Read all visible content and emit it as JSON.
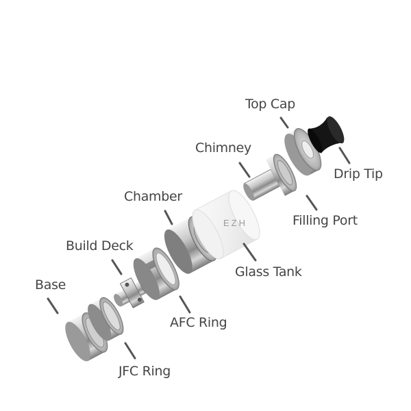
{
  "labels": {
    "top_cap": "Top Cap",
    "drip_tip": "Drip Tip",
    "chimney": "Chimney",
    "filling_port": "Filling Port",
    "chamber": "Chamber",
    "glass_tank": "Glass Tank",
    "build_deck": "Build Deck",
    "afc_ring": "AFC Ring",
    "base": "Base",
    "jfc_ring": "JFC Ring"
  },
  "watermark": "EZH",
  "colors": {
    "label": "#444444",
    "leader": "#555555",
    "metal_light": "#eeeeee",
    "metal_dark": "#6f6f6f",
    "drip_tip": "#111111"
  }
}
